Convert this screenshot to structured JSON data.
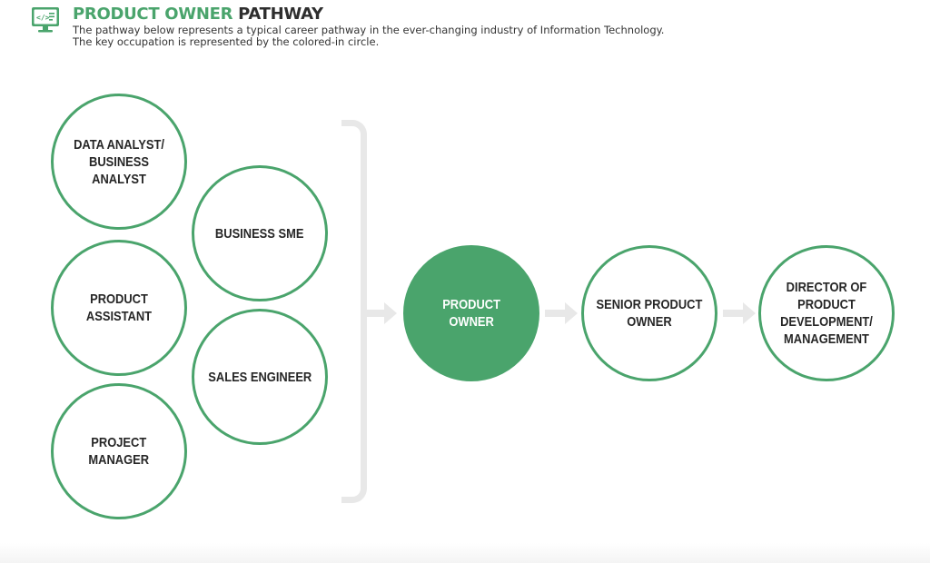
{
  "header": {
    "icon": "monitor-code-icon",
    "title_accent": "PRODUCT OWNER",
    "title_rest": "PATHWAY",
    "subtitle_line1": "The pathway below represents a typical career pathway in the ever-changing industry of Information Technology.",
    "subtitle_line2": "The key occupation is represented by the colored-in circle."
  },
  "colors": {
    "accent": "#4aa46c",
    "connector": "#e8e8e8",
    "text": "#262626"
  },
  "nodes": {
    "data_analyst": "DATA ANALYST/\nBUSINESS ANALYST",
    "business_sme": "BUSINESS SME",
    "product_assistant": "PRODUCT ASSISTANT",
    "sales_engineer": "SALES ENGINEER",
    "project_manager": "PROJECT\nMANAGER",
    "product_owner": "PRODUCT\nOWNER",
    "senior_product_owner": "SENIOR PRODUCT\nOWNER",
    "director": "DIRECTOR OF PRODUCT\nDEVELOPMENT/\nMANAGEMENT"
  },
  "key_occupation": "product_owner"
}
